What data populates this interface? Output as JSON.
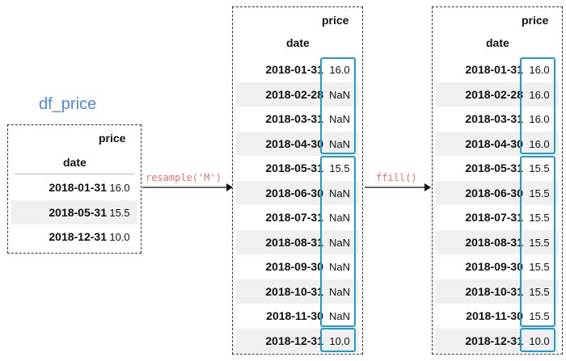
{
  "left": {
    "title": "df_price",
    "column": "price",
    "index_name": "date",
    "rows": [
      {
        "date": "2018-01-31",
        "price": "16.0"
      },
      {
        "date": "2018-05-31",
        "price": "15.5"
      },
      {
        "date": "2018-12-31",
        "price": "10.0"
      }
    ]
  },
  "op1": "resample('M')",
  "op2": "ffill()",
  "middle": {
    "column": "price",
    "index_name": "date",
    "rows": [
      {
        "date": "2018-01-31",
        "price": "16.0"
      },
      {
        "date": "2018-02-28",
        "price": "NaN"
      },
      {
        "date": "2018-03-31",
        "price": "NaN"
      },
      {
        "date": "2018-04-30",
        "price": "NaN"
      },
      {
        "date": "2018-05-31",
        "price": "15.5"
      },
      {
        "date": "2018-06-30",
        "price": "NaN"
      },
      {
        "date": "2018-07-31",
        "price": "NaN"
      },
      {
        "date": "2018-08-31",
        "price": "NaN"
      },
      {
        "date": "2018-09-30",
        "price": "NaN"
      },
      {
        "date": "2018-10-31",
        "price": "NaN"
      },
      {
        "date": "2018-11-30",
        "price": "NaN"
      },
      {
        "date": "2018-12-31",
        "price": "10.0"
      }
    ]
  },
  "right": {
    "column": "price",
    "index_name": "date",
    "rows": [
      {
        "date": "2018-01-31",
        "price": "16.0"
      },
      {
        "date": "2018-02-28",
        "price": "16.0"
      },
      {
        "date": "2018-03-31",
        "price": "16.0"
      },
      {
        "date": "2018-04-30",
        "price": "16.0"
      },
      {
        "date": "2018-05-31",
        "price": "15.5"
      },
      {
        "date": "2018-06-30",
        "price": "15.5"
      },
      {
        "date": "2018-07-31",
        "price": "15.5"
      },
      {
        "date": "2018-08-31",
        "price": "15.5"
      },
      {
        "date": "2018-09-30",
        "price": "15.5"
      },
      {
        "date": "2018-10-31",
        "price": "15.5"
      },
      {
        "date": "2018-11-30",
        "price": "15.5"
      },
      {
        "date": "2018-12-31",
        "price": "10.0"
      }
    ]
  },
  "colors": {
    "title": "#4a86e8",
    "highlight": "#1f9bd1",
    "op_label": "#e57373",
    "row_shade": "#f0f0f0"
  }
}
